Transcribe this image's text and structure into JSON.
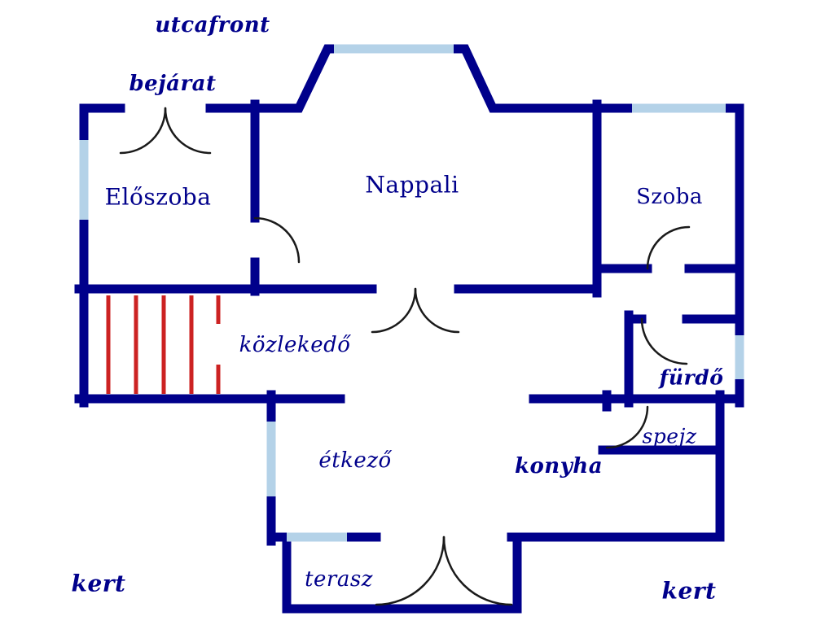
{
  "page": {
    "type": "floor-plan-diagram",
    "background": "#ffffff"
  },
  "colors": {
    "wall": "#00008B",
    "window": "#b4d2e8",
    "stairs": "#cc2222",
    "door_arc": "#1a1a1a",
    "label": "#00008B"
  },
  "labels": {
    "street_front": "utcafront",
    "entrance": "bejárat",
    "hallway": "Előszoba",
    "living_room": "Nappali",
    "room": "Szoba",
    "corridor": "közlekedő",
    "bathroom": "fürdő",
    "pantry": "spejz",
    "dining_room": "étkező",
    "kitchen": "konyha",
    "terrace": "terasz",
    "garden_left": "kert",
    "garden_right": "kert"
  }
}
